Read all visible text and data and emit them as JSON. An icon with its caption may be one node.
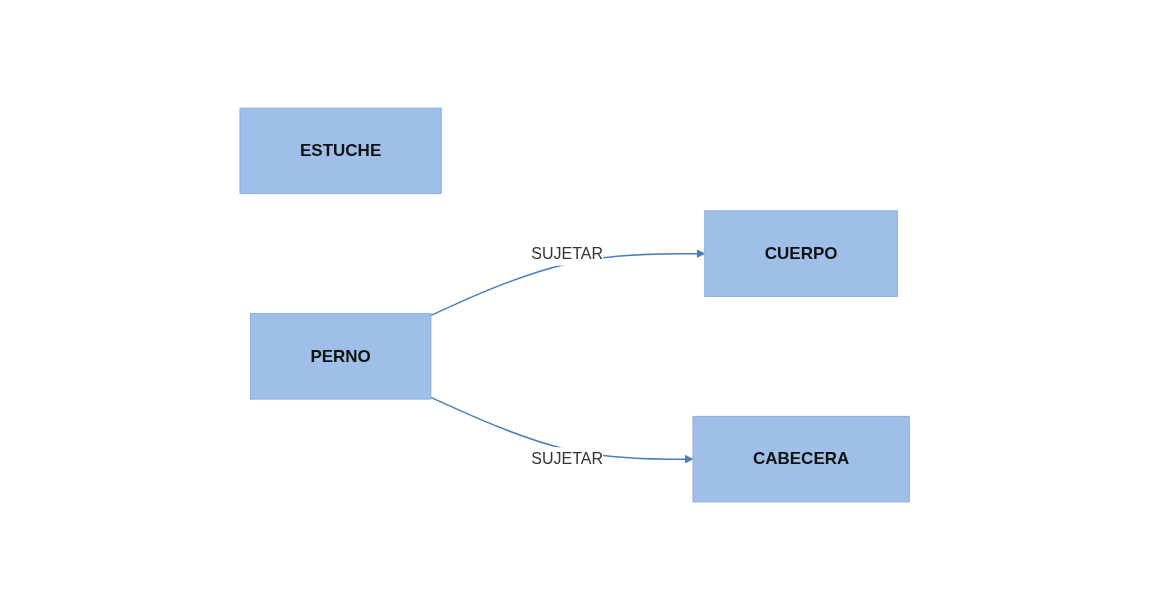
{
  "diagram": {
    "nodes": [
      {
        "text": [
          "ESTUCHE"
        ]
      },
      {
        "text": [
          "PERNO"
        ]
      },
      {
        "text": [
          "CUERPO"
        ]
      },
      {
        "text": [
          "CABECERA"
        ]
      }
    ],
    "edges": [
      {
        "from": 1,
        "to": 2,
        "arrow": "to",
        "label": "SUJETAR"
      },
      {
        "from": 1,
        "to": 3,
        "arrow": "to",
        "label": "SUJETAR"
      }
    ]
  }
}
